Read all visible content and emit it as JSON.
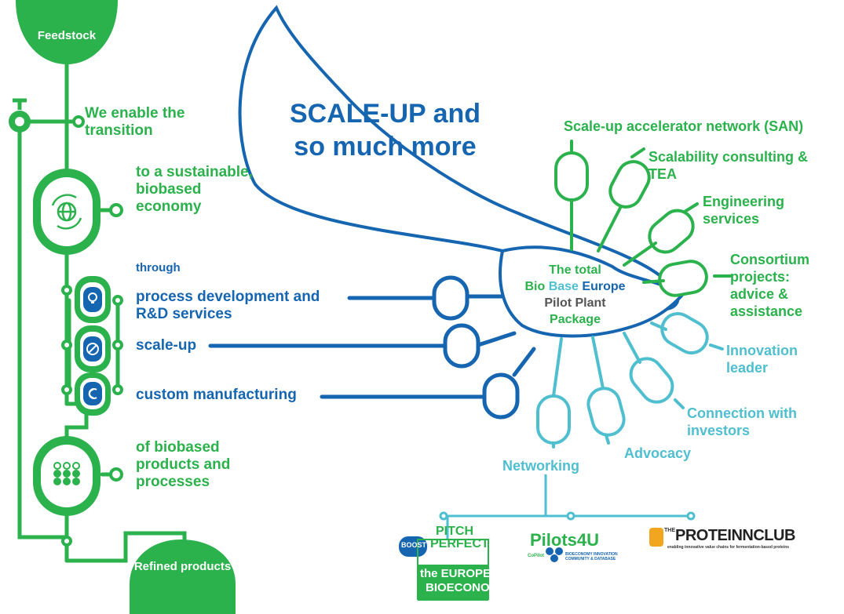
{
  "colors": {
    "green": "#2bb24c",
    "blue": "#1565b0",
    "cyan": "#4fbfd0"
  },
  "pipeline": {
    "feedstock": "Feedstock",
    "refined": "Refined products",
    "enable": "We enable the transition",
    "economy": "to a sustainable, biobased economy",
    "through": "through",
    "process_dev": "process development and R&D services",
    "scale_up": "scale-up",
    "custom": "custom manufacturing",
    "products": "of biobased products and processes"
  },
  "bubble": {
    "headline": "SCALE-UP and so much more"
  },
  "package": {
    "line1": "The total",
    "bio": "Bio",
    "base": "Base",
    "europe": "Europe",
    "line3": "Pilot Plant",
    "line4": "Package"
  },
  "spokes": {
    "san": "Scale-up accelerator network (SAN)",
    "scalability": "Scalability consulting & TEA",
    "engineering": "Engineering services",
    "consortium": "Consortium projects: advice & assistance",
    "innovation": "Innovation leader",
    "investors": "Connection with investors",
    "advocacy": "Advocacy",
    "networking": "Networking"
  },
  "logos": {
    "pitch_boost": "BOOST",
    "pitch_line1": "PITCH",
    "pitch_line2": "PERFECT",
    "pitch_line3": "the EUROPEAN",
    "pitch_line4": "BIOECONOMY",
    "pilots_main": "Pilots4U",
    "pilots_sub": "BIOECONOMY INNOVATION COMMUNITY & DATABASE",
    "pilots_copilot": "CoPilot",
    "protein_the": "THE",
    "protein_main": "PROTEINNCLUB",
    "protein_sub": "enabling innovative value chains for fermentation-based proteins"
  },
  "icons": [
    "globe-recycle-icon",
    "lightbulb-icon",
    "pipette-icon",
    "cycle-arrows-icon",
    "molecules-icon"
  ]
}
